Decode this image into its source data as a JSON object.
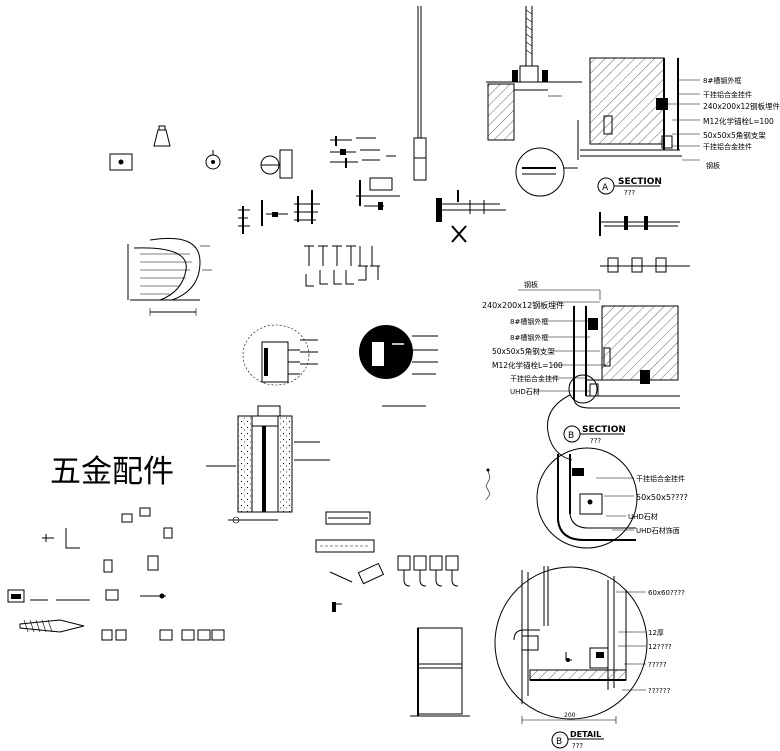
{
  "title_cn": "五金配件",
  "section_a": {
    "heading": "SECTION",
    "sub": "???",
    "marker": "A",
    "labels": [
      "8#槽钢外框",
      "干挂铝合金挂件",
      "240x200x12钢板埋件",
      "M12化学锚栓L=100",
      "50x50x5角钢支架",
      "干挂铝合金挂件"
    ],
    "bottom_label": "钢板"
  },
  "section_b": {
    "heading": "SECTION",
    "sub": "???",
    "marker": "B",
    "top_label": "钢板",
    "labels": [
      "240x200x12钢板埋件",
      "8#槽钢外框",
      "8#槽钢外框",
      "50x50x5角钢支架",
      "M12化学锚栓L=100",
      "干挂铝合金挂件",
      "UHD石材"
    ]
  },
  "detail_b": {
    "labels": [
      "干挂铝合金挂件",
      "50x50x5????",
      "UHD石材",
      "UHD石材饰面"
    ]
  },
  "detail_c": {
    "heading": "DETAIL",
    "sub": "???",
    "marker": "B",
    "labels": [
      "60x60????",
      "12厚",
      "12????",
      "?????",
      "??????"
    ],
    "dim": "200"
  }
}
